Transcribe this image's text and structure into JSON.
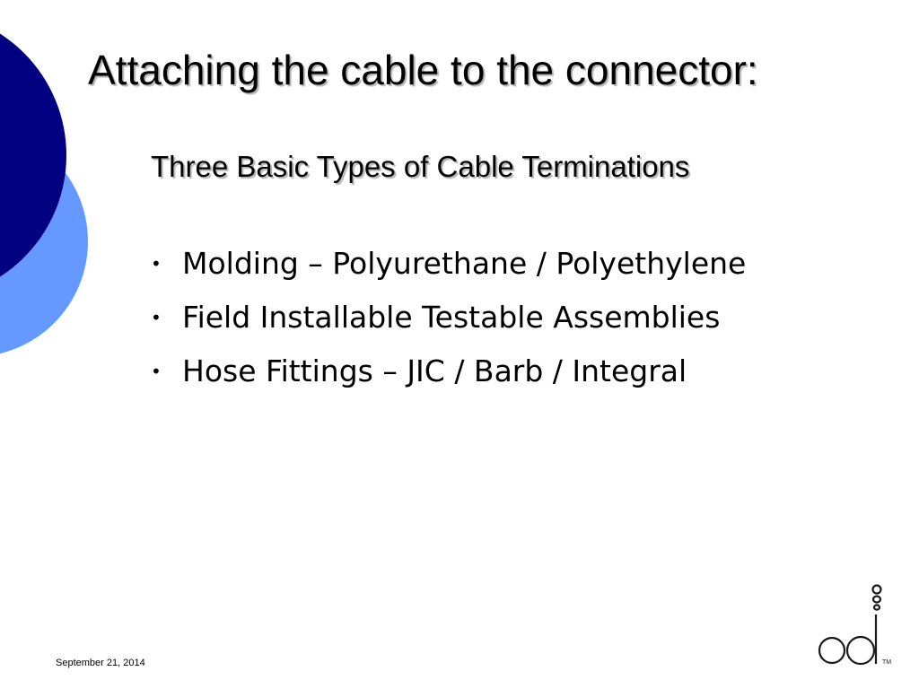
{
  "slide": {
    "title": "Attaching the cable to the connector:",
    "subtitle": "Three Basic Types of Cable Terminations",
    "bullets": [
      {
        "text": "Molding – Polyurethane / Polyethylene"
      },
      {
        "text": "Field Installable Testable Assemblies"
      },
      {
        "text": "Hose Fittings – JIC / Barb / Integral"
      }
    ],
    "bullet_glyph": "•",
    "footer_date": "September 21, 2014"
  },
  "logo": {
    "letters": "od",
    "trademark": "TM"
  },
  "colors": {
    "dark_circle": "#000080",
    "light_circle": "#6699ff",
    "logo_stroke": "#1a1a1a"
  }
}
